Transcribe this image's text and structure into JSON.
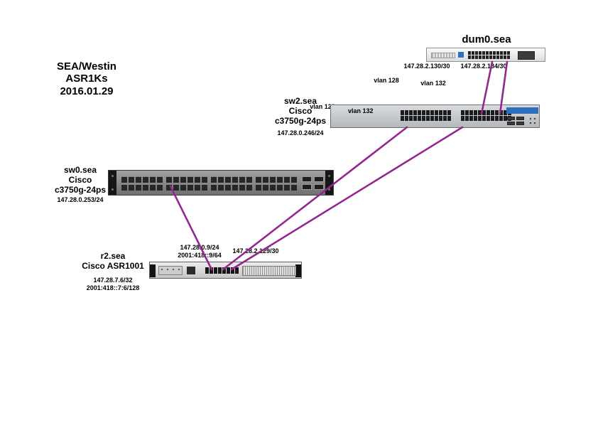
{
  "title": {
    "lines": [
      "SEA/Westin",
      "ASR1Ks",
      "2016.01.29"
    ]
  },
  "colors": {
    "link": "#93278f",
    "cisco_blue": "#2e6fbe"
  },
  "vlan_labels": {
    "vlan128": "vlan 128",
    "vlan132": "vlan 132"
  },
  "devices": {
    "dum0": {
      "name": "dum0.sea",
      "ip_left": "147.28.2.130/30",
      "ip_right": "147.28.2.134/30"
    },
    "sw2": {
      "name": "sw2.sea",
      "vendor": "Cisco",
      "model": "c3750g-24ps",
      "ip": "147.28.0.246/24",
      "vlan_port_label": "vlan 129",
      "vlan_body_label": "vlan 132"
    },
    "sw0": {
      "name": "sw0.sea",
      "vendor": "Cisco",
      "model": "c3750g-24ps",
      "ip": "147.28.0.253/24"
    },
    "r2": {
      "name": "r2.sea",
      "model": "Cisco ASR1001",
      "loopback_v4": "147.28.7.6/32",
      "loopback_v6": "2001:418::7:6/128",
      "if_a_v4": "147.28.0.9/24",
      "if_a_v6": "2001:418::9/64",
      "if_b_v4": "147.28.2.129/30"
    }
  },
  "links": [
    {
      "from": "dum0.sea",
      "to": "sw2.sea"
    },
    {
      "from": "dum0.sea",
      "to": "sw2.sea"
    },
    {
      "from": "sw2.sea",
      "to": "r2.sea"
    },
    {
      "from": "sw2.sea",
      "to": "r2.sea"
    },
    {
      "from": "sw0.sea",
      "to": "r2.sea"
    }
  ]
}
